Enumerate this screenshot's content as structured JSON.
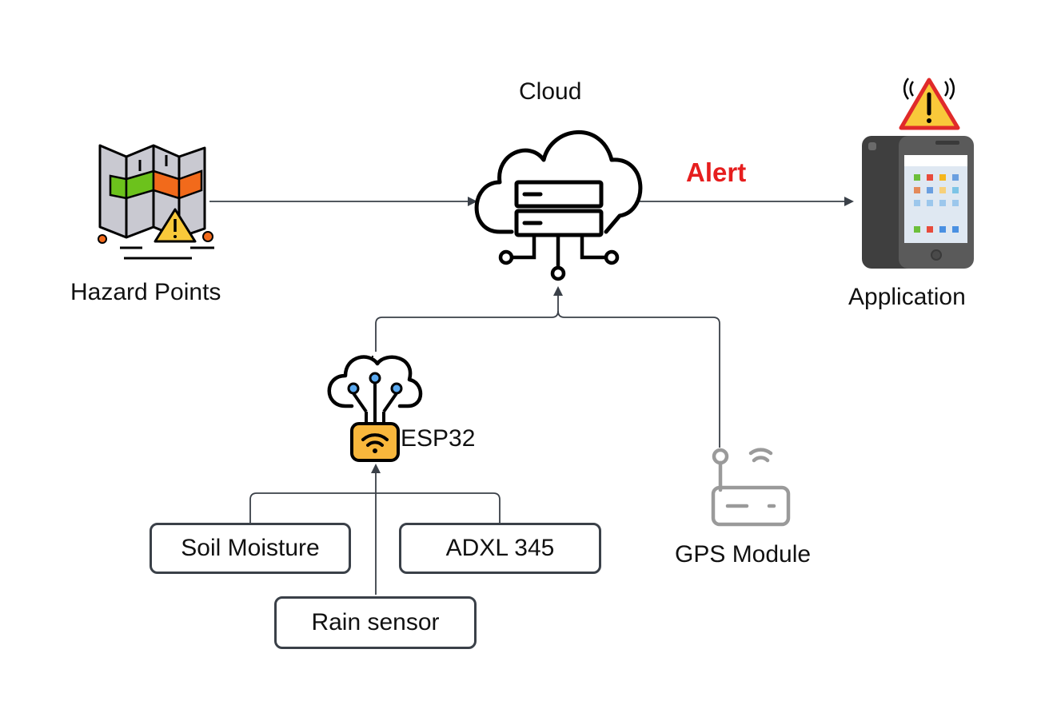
{
  "labels": {
    "cloud": "Cloud",
    "alert": "Alert",
    "hazard_points": "Hazard Points",
    "application": "Application",
    "esp32": "ESP32",
    "gps_module": "GPS Module"
  },
  "sensors": {
    "soil_moisture": "Soil Moisture",
    "adxl": "ADXL 345",
    "rain": "Rain sensor"
  },
  "colors": {
    "alert": "#e61e1e",
    "line": "#3a4048",
    "esp_chip": "#f8b73c",
    "map_green": "#6cc21c",
    "map_orange": "#f26a1b",
    "warning_yellow": "#f9c93a",
    "phone_body": "#5a5a5a",
    "gps_gray": "#9a9a9a"
  }
}
